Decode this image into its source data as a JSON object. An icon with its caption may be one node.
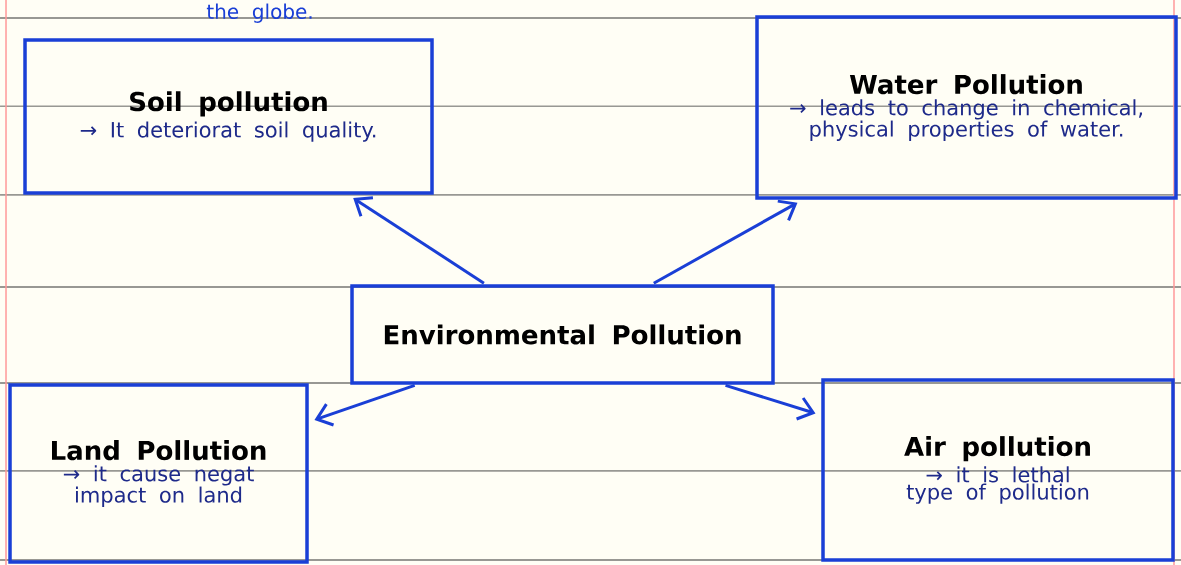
{
  "diagram": {
    "nodes": [
      {
        "text": [
          "Soil pollution",
          "→ It deteriorat soil quality."
        ]
      },
      {
        "text": [
          "Water Pollution",
          "→ leads to change in chemical, physical properties of water."
        ]
      },
      {
        "text": [
          "Environmental Pollution"
        ]
      },
      {
        "text": [
          "Land Pollution",
          "→ it cause negat impact on land"
        ]
      },
      {
        "text": [
          "Air pollution",
          "→ it is lethal type of pollution"
        ]
      }
    ],
    "edges": [
      {
        "from": 2,
        "to": 0,
        "arrow": "to"
      },
      {
        "from": 2,
        "to": 1,
        "arrow": "to"
      },
      {
        "from": 2,
        "to": 3,
        "arrow": "to"
      },
      {
        "from": 2,
        "to": 4,
        "arrow": "to"
      }
    ],
    "labels": [
      "the globe."
    ]
  }
}
